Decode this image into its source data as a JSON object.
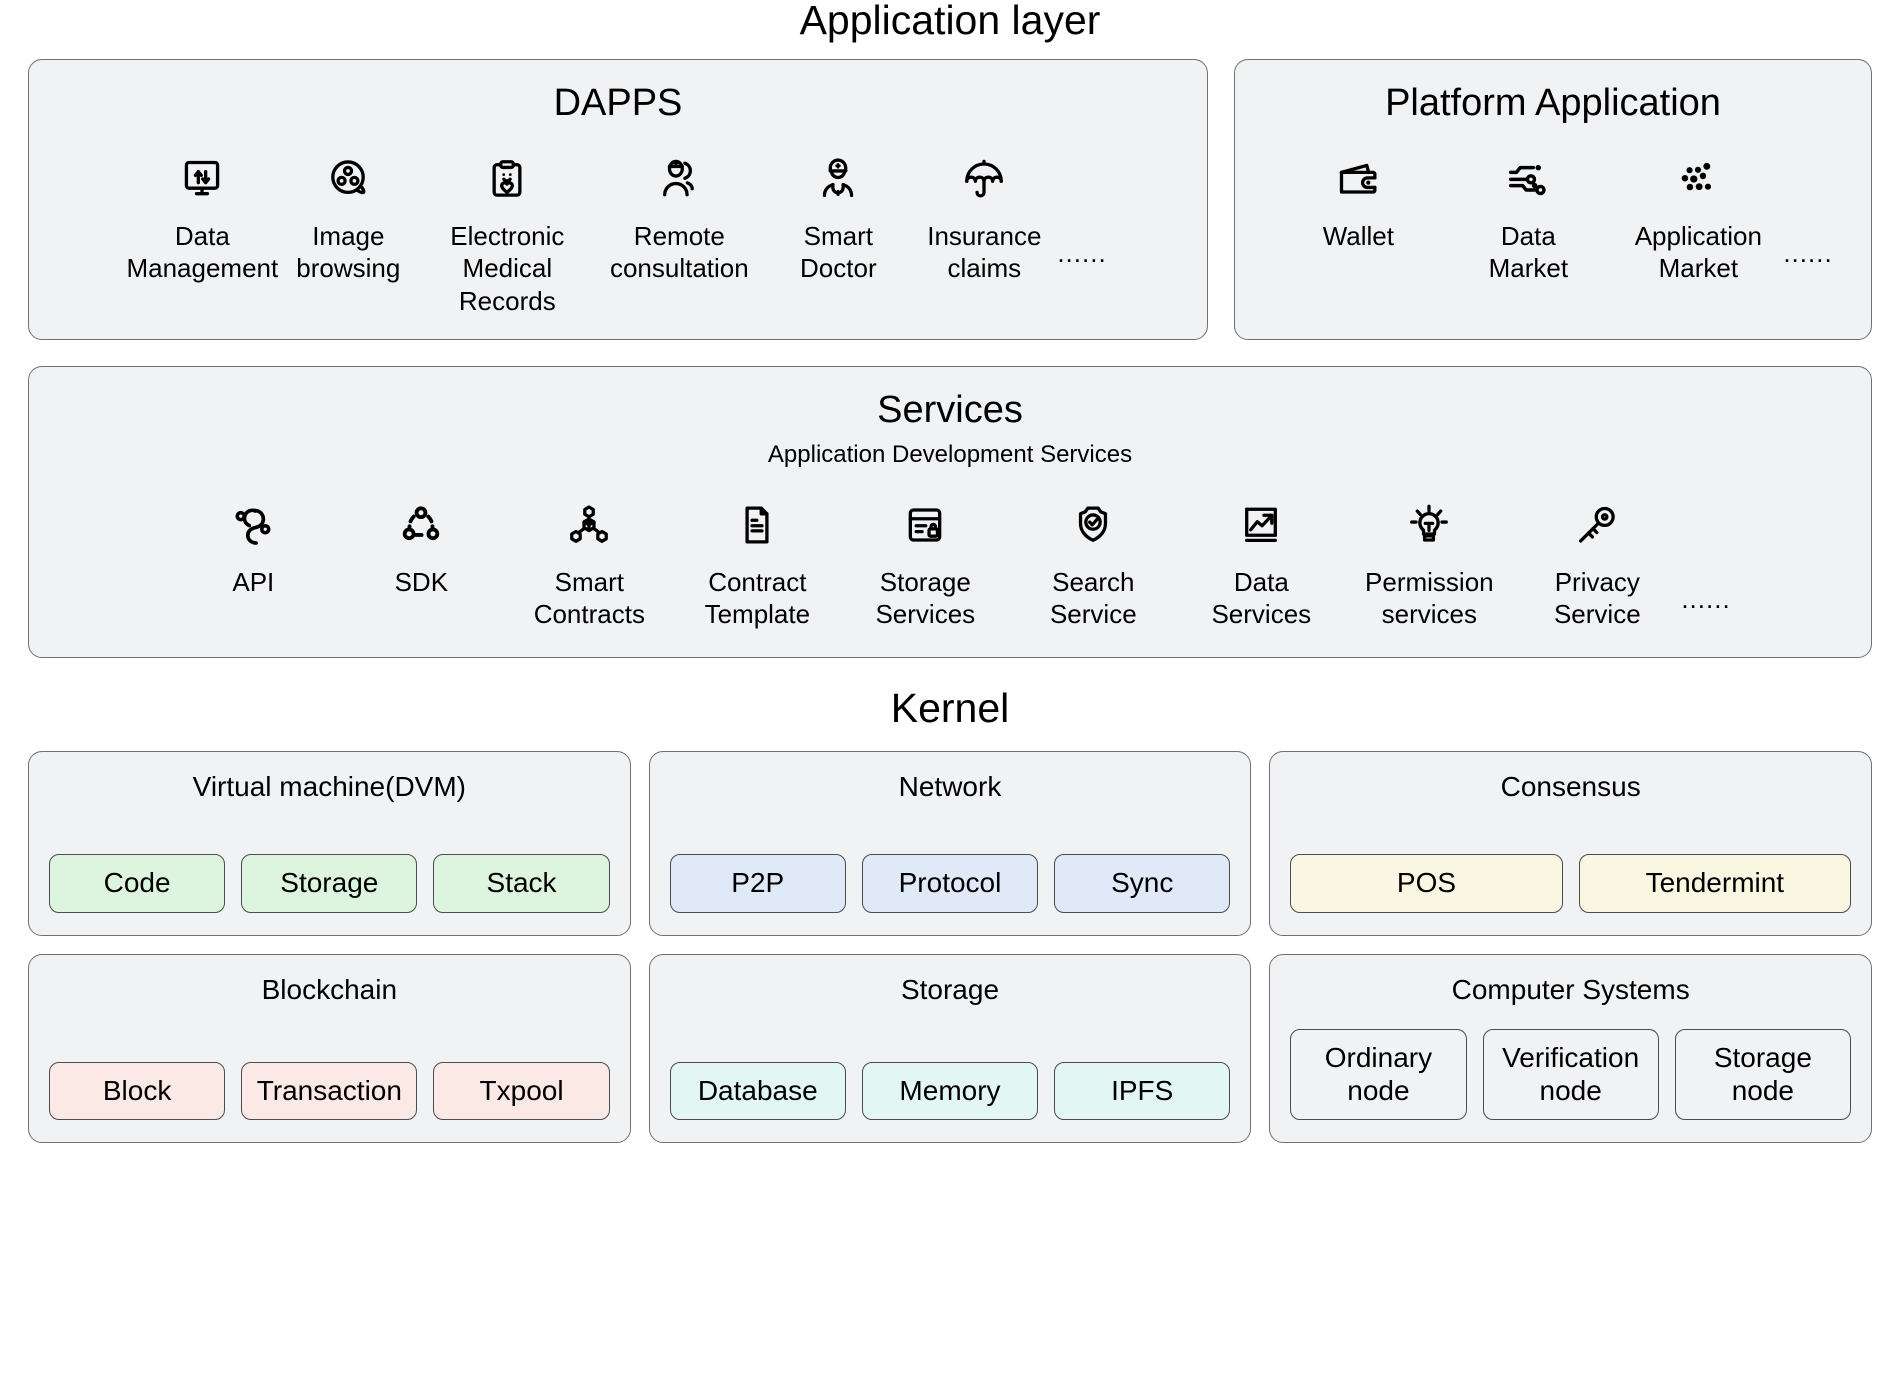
{
  "application_layer": {
    "title": "Application layer",
    "dapps": {
      "title": "DAPPS",
      "items": [
        {
          "icon": "monitor-transfer-icon",
          "label": "Data\nManagement"
        },
        {
          "icon": "film-reel-icon",
          "label": "Image\nbrowsing"
        },
        {
          "icon": "medical-clipboard-icon",
          "label": "Electronic\nMedical\nRecords"
        },
        {
          "icon": "remote-consultation-icon",
          "label": "Remote\nconsultation"
        },
        {
          "icon": "doctor-icon",
          "label": "Smart\nDoctor"
        },
        {
          "icon": "umbrella-icon",
          "label": "Insurance\nclaims"
        }
      ],
      "more": "......"
    },
    "platform": {
      "title": "Platform Application",
      "items": [
        {
          "icon": "wallet-icon",
          "label": "Wallet"
        },
        {
          "icon": "data-market-icon",
          "label": "Data\nMarket"
        },
        {
          "icon": "application-market-icon",
          "label": "Application\nMarket"
        }
      ],
      "more": "......"
    }
  },
  "services": {
    "title": "Services",
    "subtitle": "Application Development Services",
    "items": [
      {
        "icon": "api-link-icon",
        "label": "API"
      },
      {
        "icon": "sdk-nodes-icon",
        "label": "SDK"
      },
      {
        "icon": "smart-contract-nodes-icon",
        "label": "Smart\nContracts"
      },
      {
        "icon": "document-icon",
        "label": "Contract\nTemplate"
      },
      {
        "icon": "storage-lock-icon",
        "label": "Storage\nServices"
      },
      {
        "icon": "shield-check-icon",
        "label": "Search\nService"
      },
      {
        "icon": "chart-growth-icon",
        "label": "Data\nServices"
      },
      {
        "icon": "lightbulb-icon",
        "label": "Permission\nservices"
      },
      {
        "icon": "key-icon",
        "label": "Privacy\nService"
      }
    ],
    "more": "......"
  },
  "kernel": {
    "title": "Kernel",
    "panels": [
      {
        "title": "Virtual machine(DVM)",
        "chip_style": "chip-green",
        "chips": [
          "Code",
          "Storage",
          "Stack"
        ]
      },
      {
        "title": "Network",
        "chip_style": "chip-blue",
        "chips": [
          "P2P",
          "Protocol",
          "Sync"
        ]
      },
      {
        "title": "Consensus",
        "chip_style": "chip-cream",
        "chips": [
          "POS",
          "Tendermint"
        ]
      },
      {
        "title": "Blockchain",
        "chip_style": "chip-pink",
        "chips": [
          "Block",
          "Transaction",
          "Txpool"
        ]
      },
      {
        "title": "Storage",
        "chip_style": "chip-mint",
        "chips": [
          "Database",
          "Memory",
          "IPFS"
        ]
      },
      {
        "title": "Computer Systems",
        "chip_style": "chip-gray",
        "chips": [
          "Ordinary\nnode",
          "Verification\nnode",
          "Storage\nnode"
        ]
      }
    ]
  },
  "colors": {
    "panel_bg": "#f1f2f4",
    "panel_border": "#6f7175",
    "chip_border": "#4a4c50",
    "green": "#ddf5de",
    "blue": "#dfe9f8",
    "cream": "#f9f7e2",
    "pink": "#fae9e4",
    "mint": "#e3f7f2",
    "gray": "#f1f2f4",
    "text": "#000000"
  }
}
